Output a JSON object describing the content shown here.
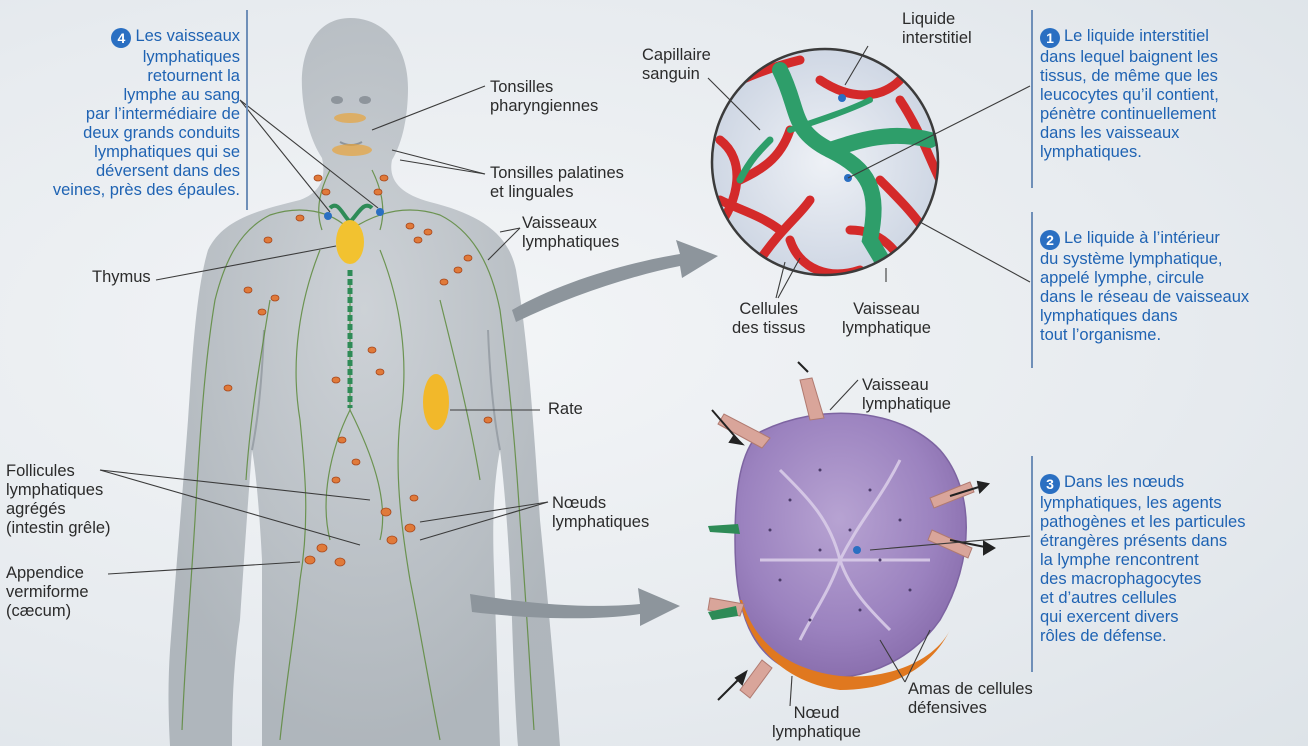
{
  "notes": {
    "n1": {
      "number": "1",
      "text": "Le liquide interstitiel\ndans lequel baignent les\ntissus, de même que les\nleucocytes qu’il contient,\npénètre continuellement\ndans les vaisseaux\nlymphatiques."
    },
    "n2": {
      "number": "2",
      "text": "Le liquide à l’intérieur\ndu système lymphatique,\nappelé lymphe, circule\ndans le réseau de vaisseaux\nlymphatiques dans\ntout l’organisme."
    },
    "n3": {
      "number": "3",
      "text": "Dans les nœuds\nlymphatiques, les agents\npathogènes et les particules\nétrangères présents dans\nla lymphe rencontrent\ndes macrophagocytes\net d’autres cellules\nqui exercent divers\nrôles de défense."
    },
    "n4": {
      "number": "4",
      "text": "Les vaisseaux\nlymphatiques\nretournent la\nlymphe au sang\npar l’intermédiaire de\ndeux grands conduits\nlymphatiques qui se\ndéversent dans des\nveines, près des épaules."
    }
  },
  "labels": {
    "tonsilles_pharyngiennes": "Tonsilles\npharyngiennes",
    "tonsilles_palatines": "Tonsilles palatines\net linguales",
    "vaisseaux_lymphatiques": "Vaisseaux\nlymphatiques",
    "thymus": "Thymus",
    "rate": "Rate",
    "follicules": "Follicules\nlymphatiques\nagrégés\n(intestin grêle)",
    "noeuds": "Nœuds\nlymphatiques",
    "appendice": "Appendice\nvermiforme\n(cæcum)",
    "capillaire": "Capillaire\nsanguin",
    "liquide": "Liquide\ninterstitiel",
    "cellules": "Cellules\ndes tissus",
    "vaisseau_lymph_cap": "Vaisseau\nlymphatique",
    "vaisseau_lymph_node": "Vaisseau\nlymphatique",
    "amas": "Amas de cellules\ndéfensives",
    "noeud": "Nœud\nlymphatique"
  },
  "colors": {
    "note_blue": "#1f63b3",
    "vessel_green": "#2e8b57",
    "capillary_red": "#d42a2a",
    "node_orange": "#e0781f",
    "organ_yellow": "#f2c230"
  }
}
